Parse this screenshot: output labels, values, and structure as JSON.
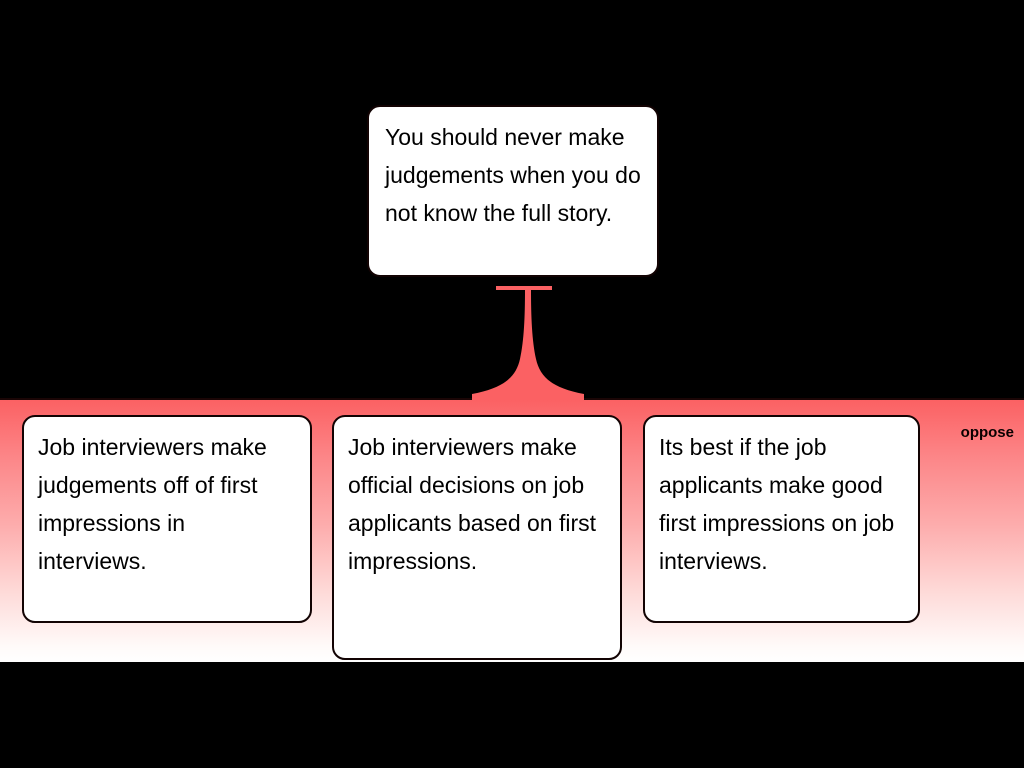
{
  "diagram": {
    "background_color": "#000000",
    "accent_color": "#fb6163",
    "claim": {
      "text": "You should never make judgements when you do not know the full story."
    },
    "stance_band": {
      "label": "oppose",
      "gradient_from": "#fb6163",
      "gradient_to": "#ffffff"
    },
    "arguments": [
      {
        "text": "Job interviewers make judgements off of first impressions in interviews."
      },
      {
        "text": "Job interviewers make official decisions on job applicants based on first impressions."
      },
      {
        "text": "Its best if the job applicants make good first impressions on job interviews."
      }
    ],
    "connector": {
      "icon": "funnel-connector"
    }
  }
}
